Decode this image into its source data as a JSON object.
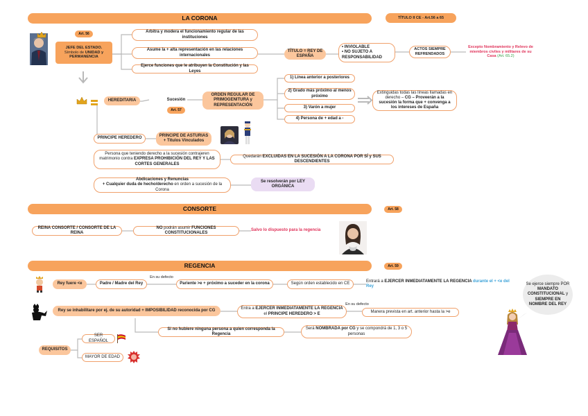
{
  "corona": {
    "title": "LA CORONA",
    "titulo_ref": "TÍTULO II CE - Art.56 a 65",
    "art56": "Art. 56",
    "jefe": {
      "line1": "JEFE DEL ESTADO.",
      "line2a": "Símbolo de ",
      "line2b": "UNIDAD y PERMANENCIA"
    },
    "funcion1": "Arbitra y modera el funcionamiento regular de las instituciones",
    "funcion2": "Asume la + alta representación en las relaciones internacionales",
    "funcion3": "Ejerce funciones que le atribuyen la Constitución y las Leyes",
    "titulo_rey": "TÍTULO = REY DE ESPAÑA",
    "inviolable": "• INVIOLABLE",
    "no_sujeto": "• NO SUJETO A RESPONSABILIDAD",
    "actos": "ACTOS SIEMPRE REFRENDADOS",
    "excepto": "Excepto Nombramiento y Relevo de miembros civiles y militares de su Casa",
    "excepto_art": "(Art. 65.2)"
  },
  "hereditaria": {
    "label": "HEREDITARIA",
    "sucesion": "Sucesión",
    "art57": "Art. 57",
    "orden": "ORDEN REGULAR DE PRIMOGENITURA y REPRESENTACIÓN",
    "reglas": [
      "1) Línea anterior a posteriores",
      "2) Grado más próximo al menos próximo",
      "3) Varón a mujer",
      "4) Persona de + edad a -"
    ],
    "extinguidas_a": "Extinguidas todas las líneas llamadas en derecho – ",
    "extinguidas_b": "CG – Proveerán a la sucesión la forma que + convenga a los intereses de España",
    "principe_heredero": "PRINCIPE HEREDERO",
    "principe_asturias": "PRINCIPE DE ASTURIAS + Títulos Vinculados",
    "matrimonio_a": "Persona que teniendo derecho a la sucesión contrajeren matrimonio contra ",
    "matrimonio_b": "EXPRESA PROHIBICIÓN DEL REY Y LAS CORTES GENERALES",
    "excluidas_a": "Quedarán ",
    "excluidas_b": "EXCLUIDAS EN LA SUCESIÓN A LA CORONA POR SÍ y SUS DESCENDIENTES",
    "abdicaciones": "Abdicaciones y Renuncias",
    "duda_a": "+ Cualquier duda de hecho/derecho",
    "duda_b": " en orden a sucesión de la Corona",
    "ley_organica": "Se resolverán por LEY ORGÁNICA"
  },
  "consorte": {
    "title": "CONSORTE",
    "art58": "Art. 58",
    "reina": "REINA CONSORTE / CONSORTE DE LA REINA",
    "no_funciones_a": "NO",
    "no_funciones_b": " podrán asumir ",
    "no_funciones_c": "FUNCIONES CONSTITUCIONALES",
    "salvo": "Salvo lo dispuesto para la regencia"
  },
  "regencia": {
    "title": "REGENCIA",
    "art59": "Art. 59",
    "rey_menor": "Rey fuere <e",
    "padre": "Padre / Madre del Rey",
    "defecto1": "En su defecto",
    "pariente": "Pariente >e + próximo a suceder en la corona",
    "segun": "Según orden establecido en CE",
    "entrara_a": "Entrará a ",
    "entrara_b": "EJERCER INMEDIATAMENTE LA REGENCIA",
    "entrara_c": " durante el + <e del Rey",
    "inhabilitado_a": "Rey se inhabilitare por ej. de su autoridad + ",
    "inhabilitado_b": "IMPOSIBILIDAD reconocida por CG",
    "entra_a": "Entra a ",
    "entra_b": "EJERCER INMEDIATAMENTE LA REGENCIA",
    "entra_c": " el ",
    "entra_d": "PRINCIPE HEREDERO > E",
    "defecto2": "En su defecto",
    "manera": "Manera prevista en art. anterior hasta la >e",
    "no_hubiere": "Si no hubiere ninguna persona a quien corresponda la Regencia",
    "nombrada_a": "Será ",
    "nombrada_b": "NOMBRADA por CG",
    "nombrada_c": " y se compondrá de 1, 3 o 5 personas",
    "requisitos": "REQUISITOS",
    "espanol": "SER ESPAÑOL",
    "mayor_edad": "MAYOR DE EDAD",
    "bubble_a": "Se ejerce siempre POR ",
    "bubble_b": "MANDATO CONSTITUCIONAL",
    "bubble_c": " y ",
    "bubble_d": "SIEMPRE EN NOMBRE DEL REY"
  },
  "colors": {
    "accent": "#f7a35c",
    "light": "#fbc69c",
    "border": "#f0a06a",
    "red": "#e0335a",
    "blue": "#3aa1d8",
    "lavender": "#eadcf3"
  }
}
